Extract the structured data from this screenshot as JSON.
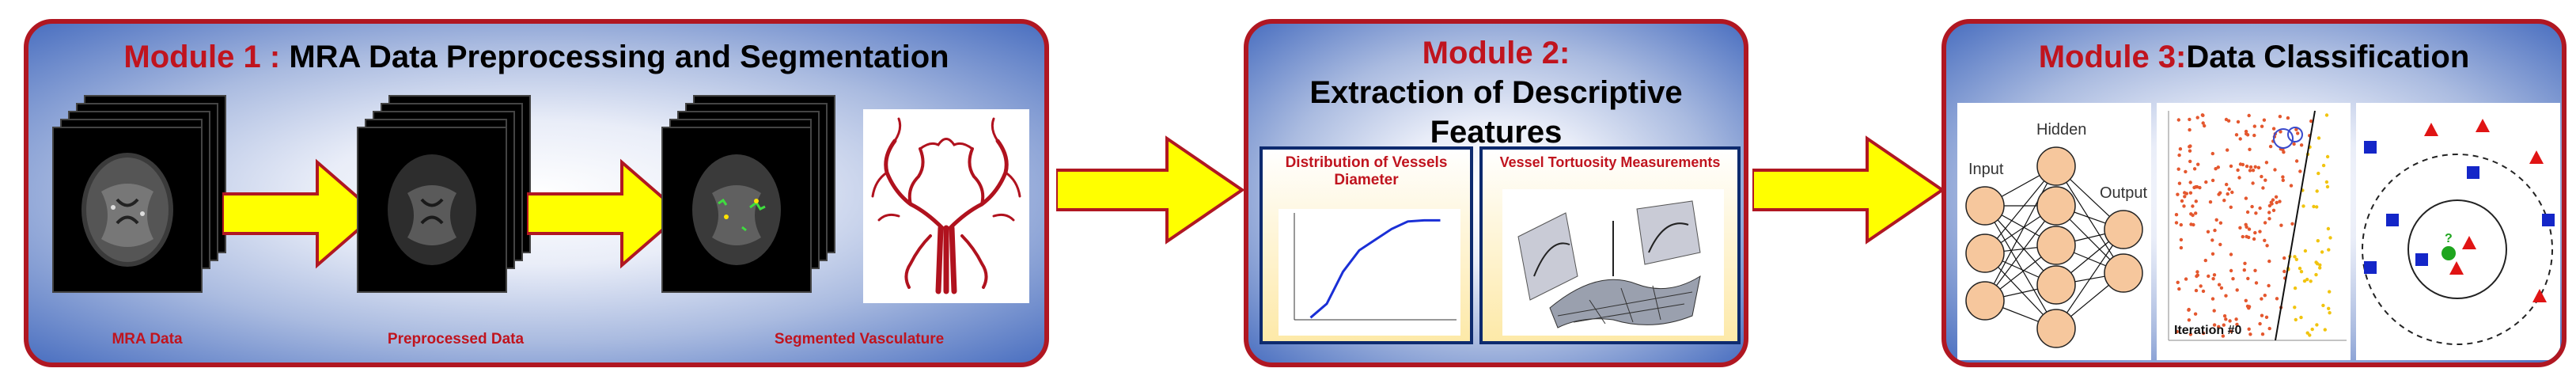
{
  "module1": {
    "title_prefix": "Module 1 :",
    "title_rest": " MRA Data Preprocessing and Segmentation",
    "captions": [
      "MRA Data",
      "Preprocessed Data",
      "Segmented Vasculature"
    ]
  },
  "module2": {
    "title_line1": "Module 2:",
    "title_line2": "Extraction of Descriptive Features",
    "panel1_title": "Distribution of Vessels Diameter",
    "panel2_title": "Vessel Tortuosity Measurements"
  },
  "module3": {
    "title_prefix": "Module 3:",
    "title_rest": "Data Classification",
    "nn_labels": {
      "input": "Input",
      "hidden": "Hidden",
      "output": "Output"
    },
    "scatter_label": "Iteration #0",
    "knn_label": "?"
  },
  "colors": {
    "border": "#b01722",
    "title_red": "#c0141e",
    "arrow_fill": "#ffff00",
    "arrow_stroke": "#b01722",
    "vessel": "#b0121e",
    "panel_border": "#0d2a6e"
  },
  "chart_data": {
    "type": "line",
    "series": [
      {
        "values": [
          [
            0.1,
            0.02
          ],
          [
            0.2,
            0.15
          ],
          [
            0.3,
            0.45
          ],
          [
            0.4,
            0.65
          ],
          [
            0.5,
            0.75
          ],
          [
            0.6,
            0.85
          ],
          [
            0.7,
            0.92
          ],
          [
            0.8,
            0.93
          ],
          [
            0.9,
            0.93
          ]
        ]
      }
    ],
    "xlim": [
      0,
      1
    ],
    "ylim": [
      0,
      1
    ]
  }
}
